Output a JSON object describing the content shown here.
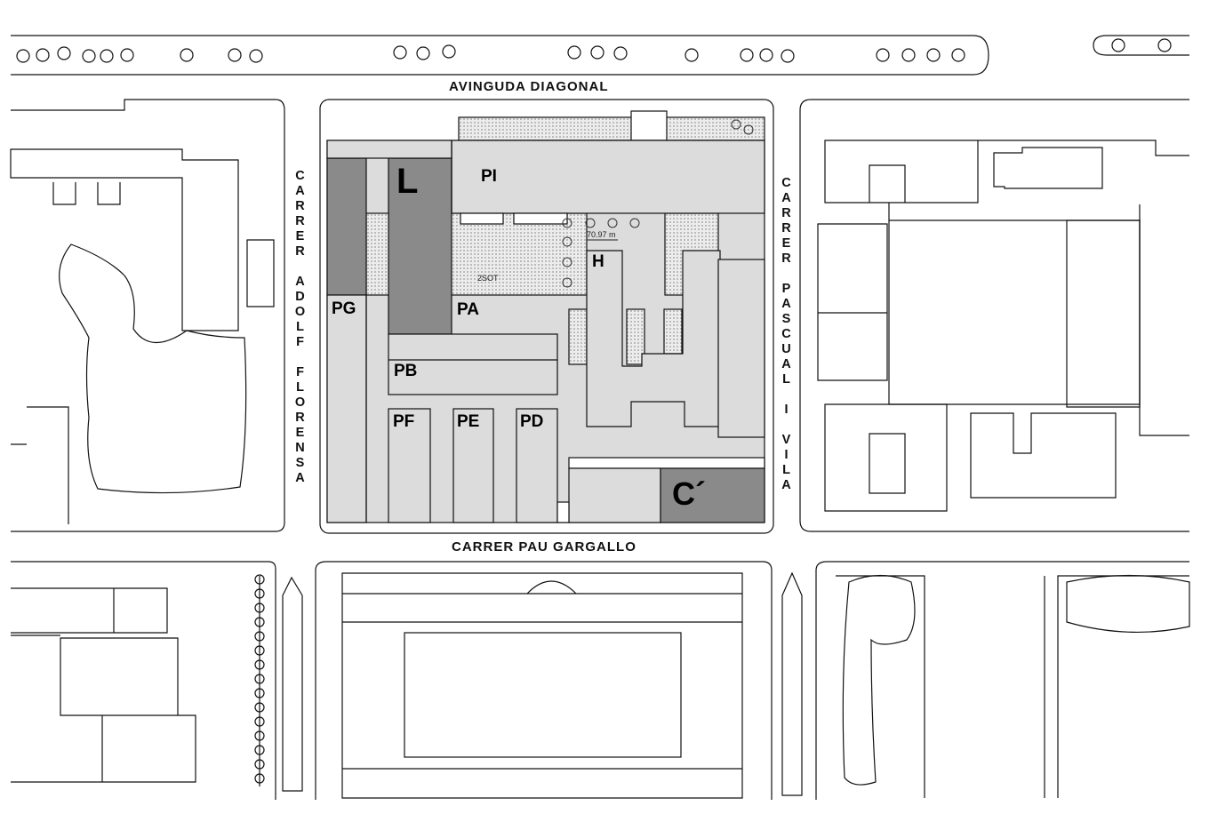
{
  "streets": {
    "north": "AVINGUDA DIAGONAL",
    "south": "CARRER PAU GARGALLO",
    "west": "CARRER ADOLF FLORENSA",
    "east": "CARRER PASCUAL I VILA"
  },
  "buildings": {
    "L": "L",
    "PI": "PI",
    "PG": "PG",
    "PA": "PA",
    "PB": "PB",
    "PF": "PF",
    "PE": "PE",
    "PD": "PD",
    "H": "H",
    "C": "C´"
  },
  "annotations": {
    "dimension": "70.97 m",
    "basement": "2SOT"
  },
  "colors": {
    "dark": "#8a8a8a",
    "light": "#dcdcdc",
    "hatch": "#e4e4e4",
    "line": "#111111"
  }
}
